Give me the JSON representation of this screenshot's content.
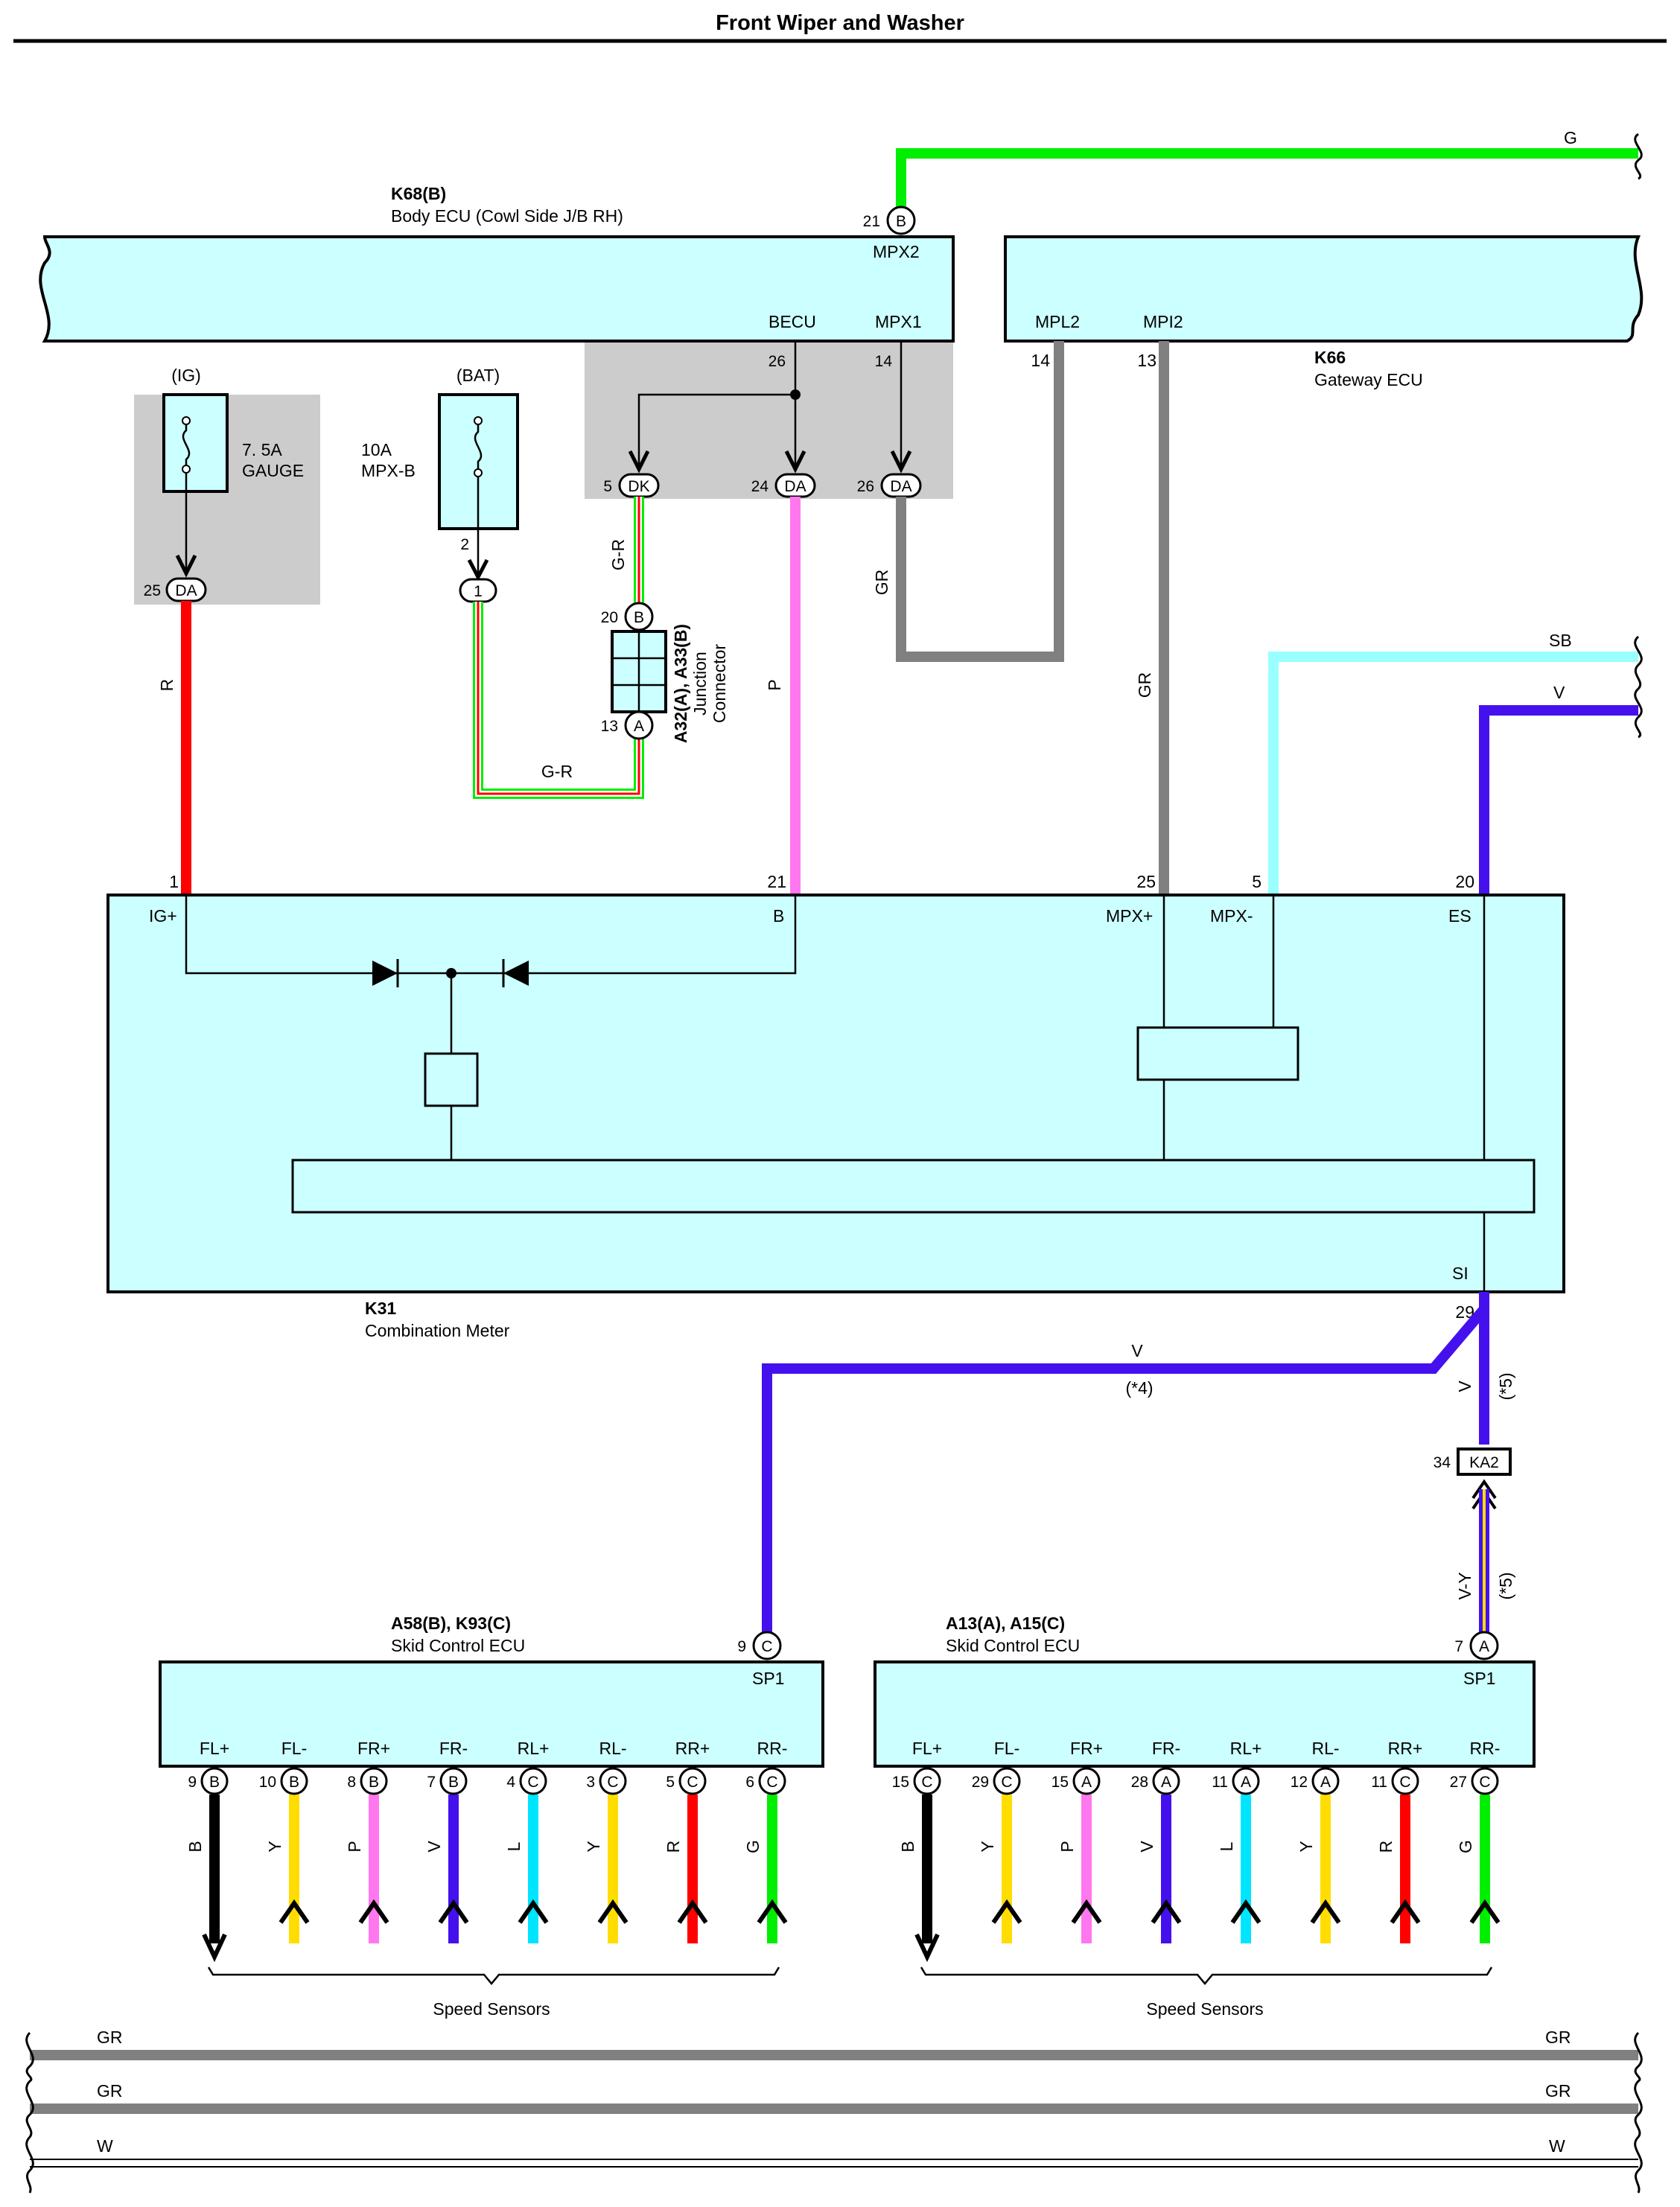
{
  "page": {
    "title": "Front Wiper and Washer"
  },
  "colors": {
    "G": "#00ee00",
    "GR": "#808080",
    "SB": "#99ffff",
    "V": "#4411ee",
    "R": "#ff0000",
    "P": "#ff77ee",
    "B": "#000000",
    "Y": "#ffdd00",
    "L": "#00e5ff",
    "W": "#ffffff",
    "box_fill": "#ccffff",
    "shade": "#cccccc"
  },
  "components": {
    "body_ecu": {
      "code": "K68(B)",
      "name": "Body ECU (Cowl Side J/B RH)",
      "pin_mpx2": "MPX2",
      "pin_becu": "BECU",
      "pin_mpx1": "MPX1"
    },
    "gateway_ecu": {
      "code": "K66",
      "name": "Gateway ECU",
      "pin_mpl2": "MPL2",
      "pin_mpi2": "MPI2"
    },
    "fuse_ig": {
      "label": "(IG)",
      "rating": "7. 5A",
      "name": "GAUGE"
    },
    "fuse_bat": {
      "label": "(BAT)",
      "rating": "10A",
      "name": "MPX-B"
    },
    "junction_connector": {
      "code": "A32(A), A33(B)",
      "name_line1": "Junction",
      "name_line2": "Connector"
    },
    "combination_meter": {
      "code": "K31",
      "name": "Combination Meter",
      "pin_igp": "IG+",
      "pin_b": "B",
      "pin_mpxp": "MPX+",
      "pin_mpxm": "MPX-",
      "pin_es": "ES",
      "pin_si": "SI"
    },
    "skid_ecu_left": {
      "code": "A58(B), K93(C)",
      "name": "Skid Control ECU",
      "pin_sp1": "SP1"
    },
    "skid_ecu_right": {
      "code": "A13(A), A15(C)",
      "name": "Skid Control ECU",
      "pin_sp1": "SP1"
    },
    "speed_sensors_label": "Speed Sensors"
  },
  "wire_labels": {
    "g_top": "G",
    "sb": "SB",
    "v_top": "V",
    "r": "R",
    "p": "P",
    "gr_14": "GR",
    "gr_25": "GR",
    "gr_jc_vert": "G-R",
    "gr_jc_horiz": "G-R",
    "v_mid": "V",
    "note4": "(*4)",
    "v_right": "V",
    "note5a": "(*5)",
    "vy": "V-Y",
    "note5b": "(*5)",
    "ka2": "KA2"
  },
  "pins": {
    "mpx2_pin": "21",
    "mpx2_conn": "B",
    "becu_pin": "26",
    "mpx1_pin": "14",
    "mpl2_pin": "14",
    "mpi2_pin": "13",
    "dk_pin": "5",
    "dk_conn": "DK",
    "da24_pin": "24",
    "da24_conn": "DA",
    "da26_pin": "26",
    "da26_conn": "DA",
    "ig_da_pin": "25",
    "ig_da_conn": "DA",
    "bat_pin": "2",
    "bat_conn": "1",
    "jc_top_pin": "20",
    "jc_top_conn": "B",
    "jc_bot_pin": "13",
    "jc_bot_conn": "A",
    "m_igp": "1",
    "m_b": "21",
    "m_mpxp": "25",
    "m_mpxm": "5",
    "m_es": "20",
    "m_si": "29",
    "ka2_pin": "34",
    "sl_sp1_pin": "9",
    "sl_sp1_conn": "C",
    "sr_sp1_pin": "7",
    "sr_sp1_conn": "A"
  },
  "sensor_groups": [
    {
      "wires": [
        {
          "name": "FL+",
          "pin": "9",
          "conn": "B",
          "color": "B",
          "dir": "down"
        },
        {
          "name": "FL-",
          "pin": "10",
          "conn": "B",
          "color": "Y",
          "dir": "up"
        },
        {
          "name": "FR+",
          "pin": "8",
          "conn": "B",
          "color": "P",
          "dir": "up"
        },
        {
          "name": "FR-",
          "pin": "7",
          "conn": "B",
          "color": "V",
          "dir": "up"
        },
        {
          "name": "RL+",
          "pin": "4",
          "conn": "C",
          "color": "L",
          "dir": "up"
        },
        {
          "name": "RL-",
          "pin": "3",
          "conn": "C",
          "color": "Y",
          "dir": "up"
        },
        {
          "name": "RR+",
          "pin": "5",
          "conn": "C",
          "color": "R",
          "dir": "up"
        },
        {
          "name": "RR-",
          "pin": "6",
          "conn": "C",
          "color": "G",
          "dir": "up"
        }
      ]
    },
    {
      "wires": [
        {
          "name": "FL+",
          "pin": "15",
          "conn": "C",
          "color": "B",
          "dir": "down"
        },
        {
          "name": "FL-",
          "pin": "29",
          "conn": "C",
          "color": "Y",
          "dir": "up"
        },
        {
          "name": "FR+",
          "pin": "15",
          "conn": "A",
          "color": "P",
          "dir": "up"
        },
        {
          "name": "FR-",
          "pin": "28",
          "conn": "A",
          "color": "V",
          "dir": "up"
        },
        {
          "name": "RL+",
          "pin": "11",
          "conn": "A",
          "color": "L",
          "dir": "up"
        },
        {
          "name": "RL-",
          "pin": "12",
          "conn": "A",
          "color": "Y",
          "dir": "up"
        },
        {
          "name": "RR+",
          "pin": "11",
          "conn": "C",
          "color": "R",
          "dir": "up"
        },
        {
          "name": "RR-",
          "pin": "27",
          "conn": "C",
          "color": "G",
          "dir": "up"
        }
      ]
    }
  ],
  "bottom_buses": [
    {
      "label_left": "GR",
      "label_right": "GR",
      "color": "GR"
    },
    {
      "label_left": "GR",
      "label_right": "GR",
      "color": "GR"
    },
    {
      "label_left": "W",
      "label_right": "W",
      "color": "W"
    }
  ]
}
